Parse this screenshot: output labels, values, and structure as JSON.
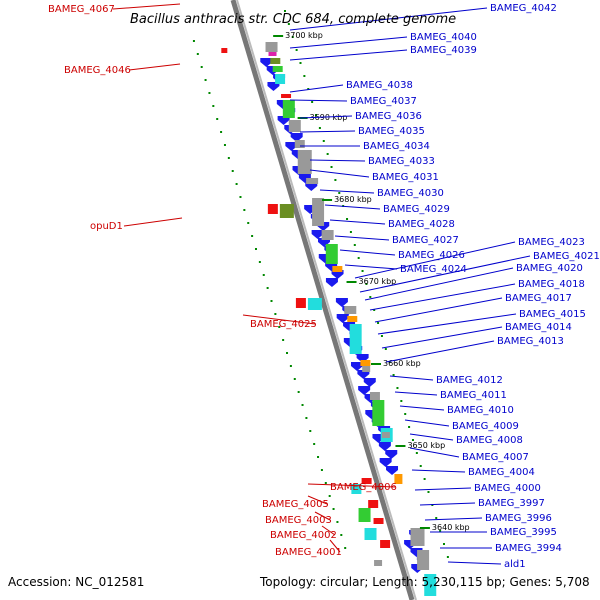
{
  "title": "Bacillus anthracis str. CDC 684, complete genome",
  "footer": {
    "accession": "Accession: NC_012581",
    "summary": "Topology: circular; Length: 5,230,115 bp; Genes: 5,708"
  },
  "scale_labels": [
    "3700 kbp",
    "3690 kbp",
    "3680 kbp",
    "3670 kbp",
    "3660 kbp",
    "3650 kbp",
    "3640 kbp"
  ],
  "left_labels": [
    "BAMEG_4067",
    "BAMEG_4046",
    "opuD1",
    "BAMEG_4025",
    "BAMEG_4006",
    "BAMEG_4005",
    "BAMEG_4003",
    "BAMEG_4002",
    "BAMEG_4001"
  ],
  "right_labels": [
    "BAMEG_4042",
    "BAMEG_4040",
    "BAMEG_4039",
    "BAMEG_4038",
    "BAMEG_4037",
    "BAMEG_4036",
    "BAMEG_4035",
    "BAMEG_4034",
    "BAMEG_4033",
    "BAMEG_4031",
    "BAMEG_4030",
    "BAMEG_4029",
    "BAMEG_4028",
    "BAMEG_4027",
    "BAMEG_4026",
    "BAMEG_4024",
    "BAMEG_4023",
    "BAMEG_4021",
    "BAMEG_4020",
    "BAMEG_4018",
    "BAMEG_4017",
    "BAMEG_4015",
    "BAMEG_4014",
    "BAMEG_4013",
    "BAMEG_4012",
    "BAMEG_4011",
    "BAMEG_4010",
    "BAMEG_4009",
    "BAMEG_4008",
    "BAMEG_4007",
    "BAMEG_4004",
    "BAMEG_4000",
    "BAMEG_3997",
    "BAMEG_3996",
    "BAMEG_3995",
    "BAMEG_3994",
    "ald1"
  ],
  "colors": {
    "left_label": "#cc0000",
    "right_label": "#0000cc",
    "backbone": "#888888",
    "gene_blue": "#1a1aee",
    "gene_red": "#ee1111",
    "gene_green": "#33cc33",
    "gene_cyan": "#22dddd",
    "gene_gray": "#999999",
    "gene_orange": "#ff9900",
    "gene_olive": "#6b8e23",
    "gene_magenta": "#dd22aa",
    "ruler_tick": "#008800"
  }
}
